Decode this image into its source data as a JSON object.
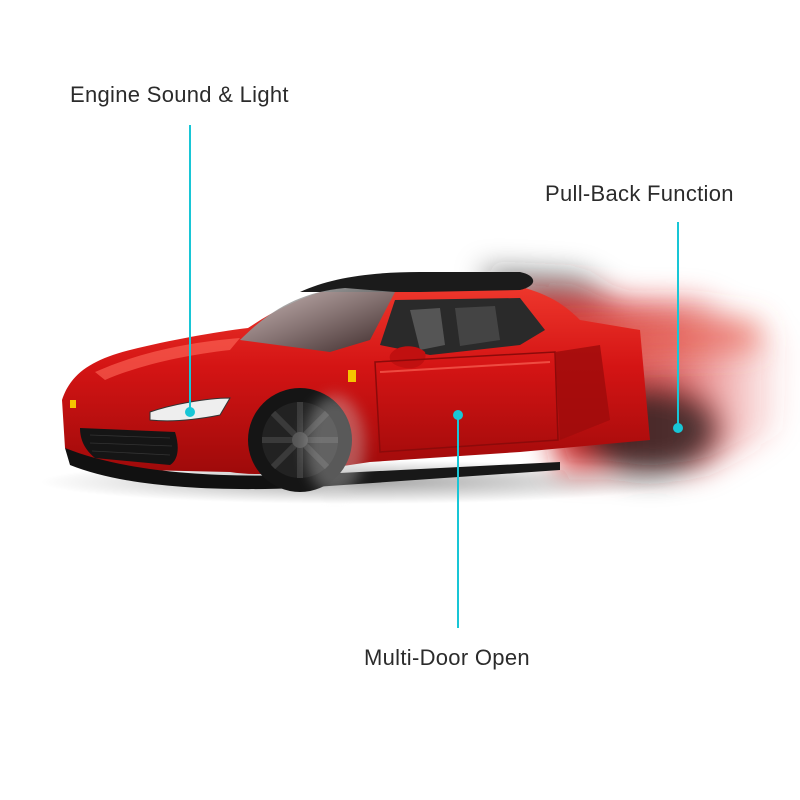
{
  "features": {
    "engine": "Engine Sound & Light",
    "pullback": "Pull-Back Function",
    "doors": "Multi-Door Open"
  },
  "colors": {
    "accent": "#18c6d6",
    "body_red": "#d41414",
    "text": "#2b2b2b"
  },
  "icons": {
    "callout_dot": "callout-dot-icon"
  }
}
